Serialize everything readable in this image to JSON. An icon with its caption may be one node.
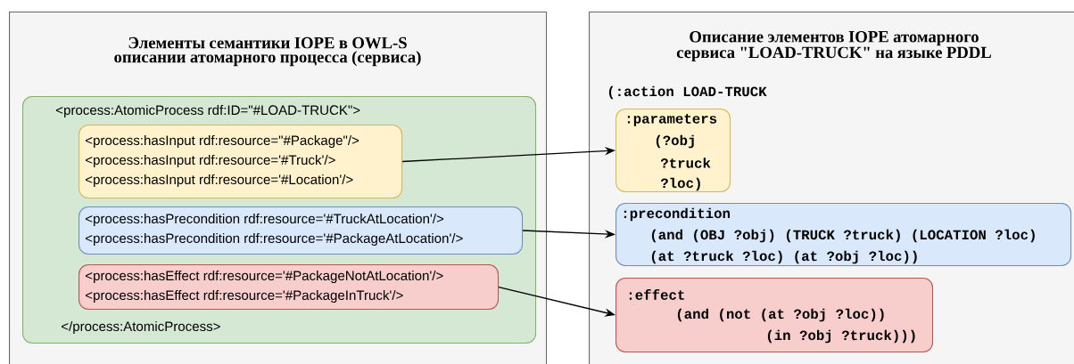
{
  "diagram": {
    "nodes": [
      {
        "text": [
          "Элементы семантики IOPE в OWL-S описании атомарного процесса (сервиса)"
        ]
      },
      {
        "text": [
          "<process:AtomicProcess rdf:ID=\"#LOAD-TRUCK\">",
          "</process:AtomicProcess>"
        ],
        "in": 0
      },
      {
        "text": [
          "<process:hasInput rdf:resource=\"#Package\"/>",
          "<process:hasInput rdf:resource='#Truck'/>",
          "<process:hasInput rdf:resource='#Location'/>"
        ],
        "in": 1
      },
      {
        "text": [
          "<process:hasPrecondition rdf:resource='#TruckAtLocation'/>",
          "<process:hasPrecondition rdf:resource='#PackageAtLocation'/>"
        ],
        "in": 1
      },
      {
        "text": [
          "<process:hasEffect rdf:resource='#PackageNotAtLocation'/>",
          "<process:hasEffect rdf:resource='#PackageInTruck'/>"
        ],
        "in": 1
      },
      {
        "text": [
          "Описание элементов IOPE атомарного сервиса \"LOAD-TRUCK\" на языке PDDL",
          "(:action LOAD-TRUCK"
        ]
      },
      {
        "text": [
          ":parameters",
          "(?obj",
          "?truck",
          "?loc)"
        ],
        "in": 5
      },
      {
        "text": [
          ":precondition",
          "(and (OBJ ?obj) (TRUCK ?truck) (LOCATION ?loc)",
          "(at ?truck ?loc) (at ?obj ?loc))"
        ],
        "in": 5
      },
      {
        "text": [
          ":effect",
          "(and (not (at ?obj ?loc))",
          "(in ?obj ?truck)))"
        ],
        "in": 5
      }
    ],
    "edges": [
      {
        "from": 2,
        "to": 6,
        "arrow": "to"
      },
      {
        "from": 3,
        "to": 7,
        "arrow": "to"
      },
      {
        "from": 4,
        "to": 8,
        "arrow": "to"
      }
    ]
  }
}
